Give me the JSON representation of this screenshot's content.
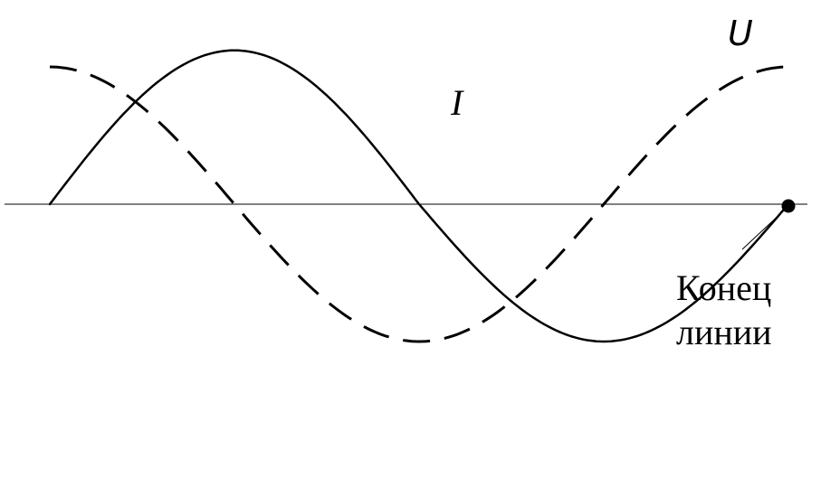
{
  "labels": {
    "voltage": "U",
    "current": "I",
    "line_end_line1": "Конец",
    "line_end_line2": "линии"
  },
  "colors": {
    "stroke": "#000000",
    "background": "#ffffff"
  },
  "curves": {
    "current_style": "solid",
    "voltage_style": "dashed"
  }
}
